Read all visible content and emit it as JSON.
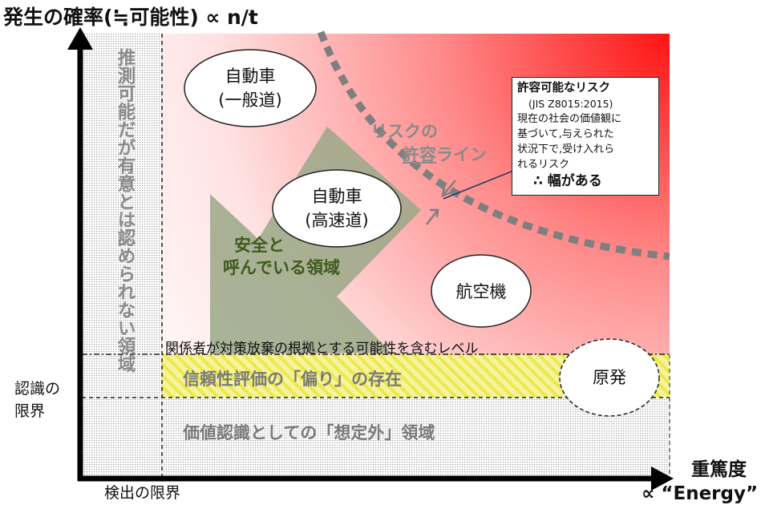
{
  "axes": {
    "y_title": "発生の確率(≒可能性) ∝ n/t",
    "x_title": "重篤度",
    "x_subtitle": "∝ “Energy”",
    "x_threshold_label": "検出の限界",
    "y_threshold_label_line1": "認識の",
    "y_threshold_label_line2": "限界"
  },
  "regions": {
    "vertical_text": "推測可能だが有意とは認められない領域",
    "safe_zone_line1": "安全と",
    "safe_zone_line2": "呼んでいる領域",
    "band_top_label": "関係者が対策放棄の根拠とする可能性を含むレベル",
    "bias_band_label": "信頼性評価の「偏り」の存在",
    "unexpected_label": "価値認識としての「想定外」領域"
  },
  "tolerance_line": {
    "line1": "リスクの",
    "line2_underlined": "許容",
    "line2_rest": "ライン"
  },
  "items": {
    "car_general_line1": "自動車",
    "car_general_line2": "(一般道)",
    "car_highway_line1": "自動車",
    "car_highway_line2": "(高速道)",
    "aviation": "航空機",
    "nuclear": "原発"
  },
  "callout": {
    "title": "許容可能なリスク",
    "standard": "(JIS Z8015:2015)",
    "line1": "現在の社会の価値観に",
    "line2": "基づいて,与えられた",
    "line3": "状況下で,受け入れら",
    "line4": "れるリスク",
    "conclusion": "∴ 幅がある"
  },
  "colors": {
    "risk_gradient_high": "#ff1a1a",
    "safe_arrow": "#9aa887",
    "bias_band": "#f3f06a",
    "tolerance_line": "#7f7f7f"
  }
}
